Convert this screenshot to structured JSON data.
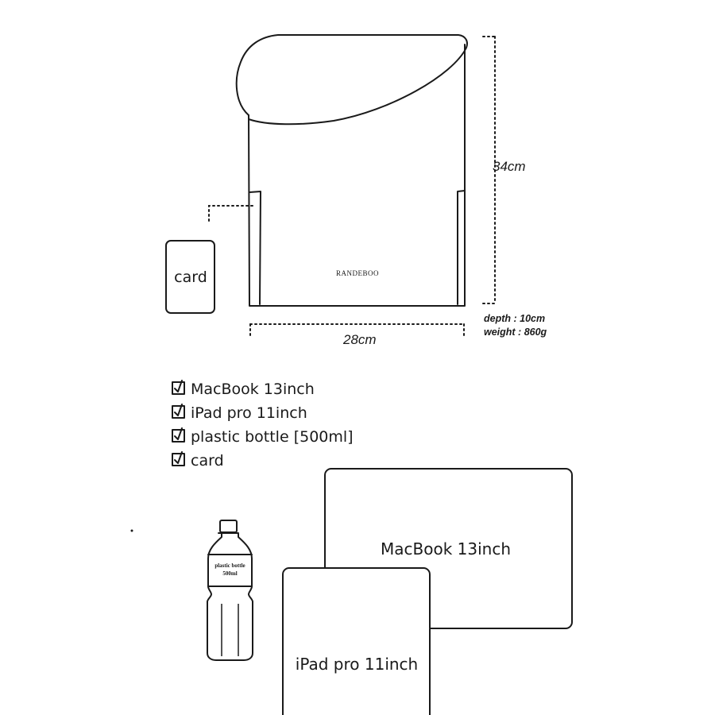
{
  "title": "",
  "bag": {
    "brand": "RANDEBOO",
    "height_label": "34cm",
    "width_label": "28cm",
    "depth_label": "depth : 10cm",
    "weight_label": "weight : 860g",
    "pocket_item_label": "card"
  },
  "checklist": [
    {
      "label": "MacBook 13inch",
      "checked": true
    },
    {
      "label": "iPad pro 11inch",
      "checked": true
    },
    {
      "label": "plastic bottle [500ml]",
      "checked": true
    },
    {
      "label": "card",
      "checked": true
    }
  ],
  "items": {
    "macbook_label": "MacBook 13inch",
    "ipad_label": "iPad pro 11inch",
    "bottle_label_line1": "plastic bottle",
    "bottle_label_line2": "500ml"
  },
  "icons": {
    "checkbox": "checkbox-checked-icon"
  }
}
